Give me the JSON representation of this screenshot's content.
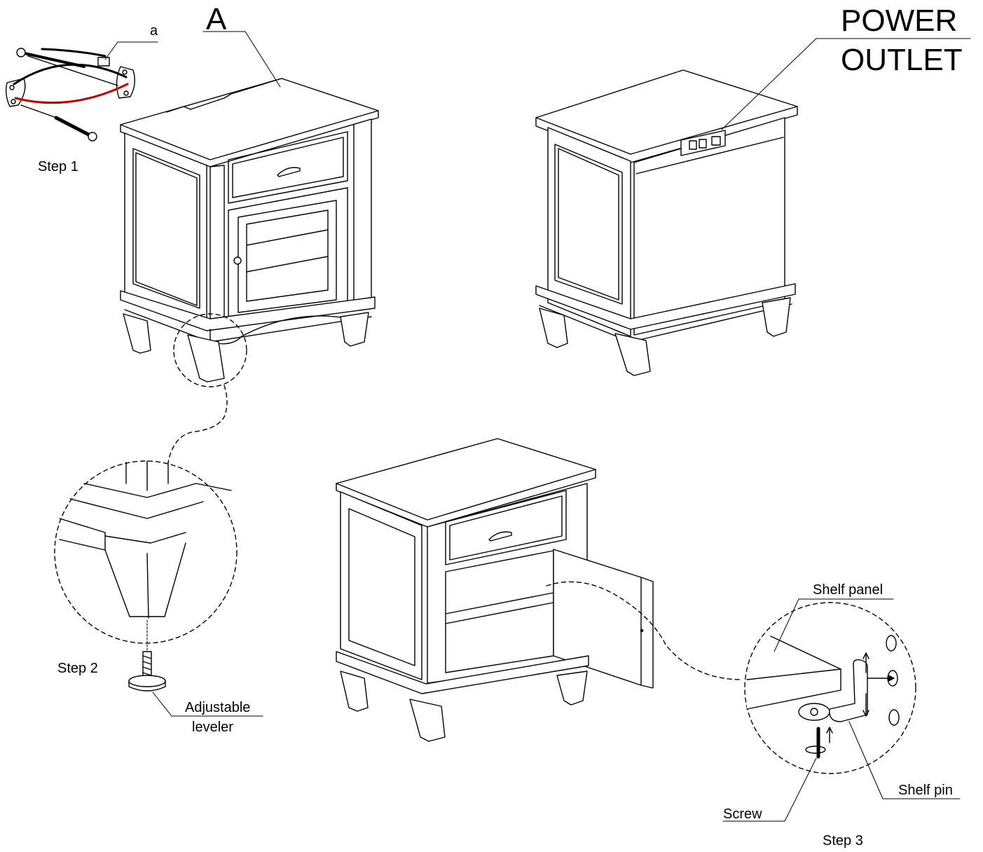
{
  "labels": {
    "part_a": "A",
    "hardware_a": "a",
    "power_line1": "POWER",
    "power_line2": "OUTLET",
    "step1": "Step 1",
    "step2": "Step 2",
    "step3": "Step 3",
    "leveler_line1": "Adjustable",
    "leveler_line2": "leveler",
    "shelf_panel": "Shelf panel",
    "shelf_pin": "Shelf pin",
    "screw": "Screw"
  }
}
